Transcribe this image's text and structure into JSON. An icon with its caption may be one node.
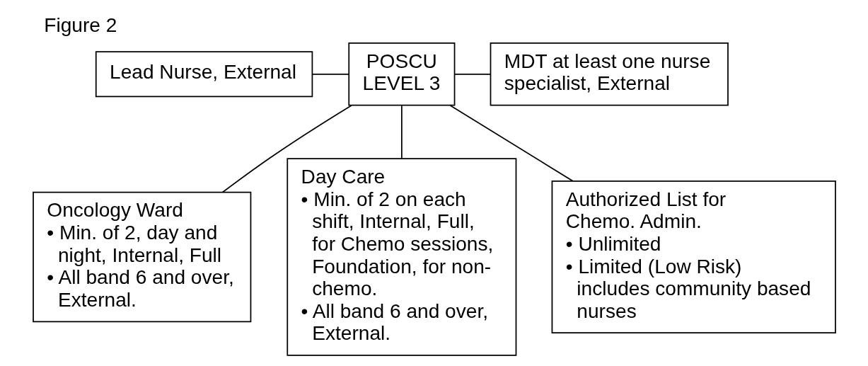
{
  "diagram": {
    "title": "Figure 2",
    "nodes": [
      {
        "text": [
          "Lead Nurse, External"
        ]
      },
      {
        "text": [
          "POSCU LEVEL 3"
        ]
      },
      {
        "text": [
          "MDT at least one nurse specialist, External"
        ]
      },
      {
        "text": [
          "Oncology Ward",
          "• Min. of 2, day and night, Internal, Full",
          "• All band 6 and over, External."
        ]
      },
      {
        "text": [
          "Day Care",
          "• Min. of 2 on each shift, Internal, Full, for Chemo sessions, Foundation, for non-chemo.",
          "• All band 6 and over, External."
        ]
      },
      {
        "text": [
          "Authorized List for Chemo. Admin.",
          "• Unlimited",
          "• Limited (Low Risk) includes community based nurses"
        ]
      }
    ],
    "edges": [
      {
        "from": 1,
        "to": 0,
        "arrow": "none"
      },
      {
        "from": 1,
        "to": 2,
        "arrow": "none"
      },
      {
        "from": 1,
        "to": 3,
        "arrow": "none"
      },
      {
        "from": 1,
        "to": 4,
        "arrow": "none"
      },
      {
        "from": 1,
        "to": 5,
        "arrow": "none"
      }
    ]
  }
}
